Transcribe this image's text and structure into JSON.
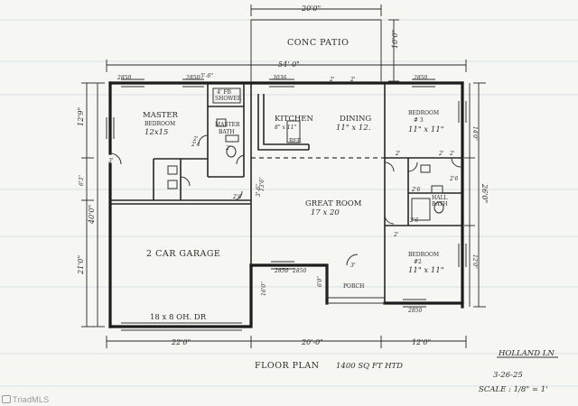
{
  "rooms": {
    "patio": "CONC PATIO",
    "master_name": "MASTER",
    "master_sub": "BEDROOM",
    "master_size": "12x15",
    "master_bath_1": "MASTER",
    "master_bath_2": "BATH",
    "shower_1": "4' FB",
    "shower_2": "SHOWER",
    "kitchen_name": "KITCHEN",
    "kitchen_size": "8\" x 11\"",
    "dining_name": "DINING",
    "dining_size": "11\" x 12.",
    "bedroom3_name": "BEDROOM",
    "bedroom3_num": "# 3",
    "bedroom3_size": "11\" x 11\"",
    "great_name": "GREAT ROOM",
    "great_size": "17 x 20",
    "garage_name": "2 CAR GARAGE",
    "garage_door": "18 x 8  OH. DR",
    "porch": "PORCH",
    "bedroom2_name": "BEDROOM",
    "bedroom2_num": "#2",
    "bedroom2_size": "11\" x 11\"",
    "hall_bath_1": "HALL",
    "hall_bath_2": "BATH",
    "ref": "REF."
  },
  "dims": {
    "patio_width": "20'0\"",
    "patio_depth": "10'0\"",
    "overall_width": "54'-0\"",
    "left_upper": "12'9\"",
    "left_mid": "6'3\"",
    "left_total": "40'0\"",
    "left_lower": "21'0\"",
    "right_upper": "14'0\"",
    "right_total": "26'0\"",
    "right_lower": "12'0\"",
    "closet": "5'-6\"",
    "bottom_left": "22'0\"",
    "bottom_mid": "20'-0\"",
    "bottom_right": "12'0\"",
    "porch_depth": "6'0\"",
    "porch_side": "16'0\"",
    "gr_side": "13'6\"",
    "win_2850_a": "2850",
    "win_2850_b": "2850",
    "win_2850_c": "2850",
    "win_2850_d": "2850",
    "win_2850_e": "2850",
    "win_2850_f": "2850",
    "win_3036": "3036",
    "door_2a": "2'",
    "door_2b": "2'",
    "door_2c": "2'",
    "door_2d": "2'",
    "door_2e": "2'",
    "door_2f": "2'",
    "door_2g": "2'",
    "door_2h": "2'",
    "door_3a": "3'",
    "door_3b": "3'",
    "door_2_4": "2'4",
    "door_3_6": "3'-6\"",
    "door_2_6a": "2'6",
    "door_2_6b": "2'6",
    "door_2_6c": "2'6",
    "door_2_6d": "2'6"
  },
  "footer": {
    "title": "FLOOR PLAN",
    "area": "1400  SQ FT  HTD",
    "owner": "HOLLAND LN",
    "date": "3-26-25",
    "scale": "SCALE : 1/8\" = 1'"
  },
  "watermark": "TriadMLS"
}
